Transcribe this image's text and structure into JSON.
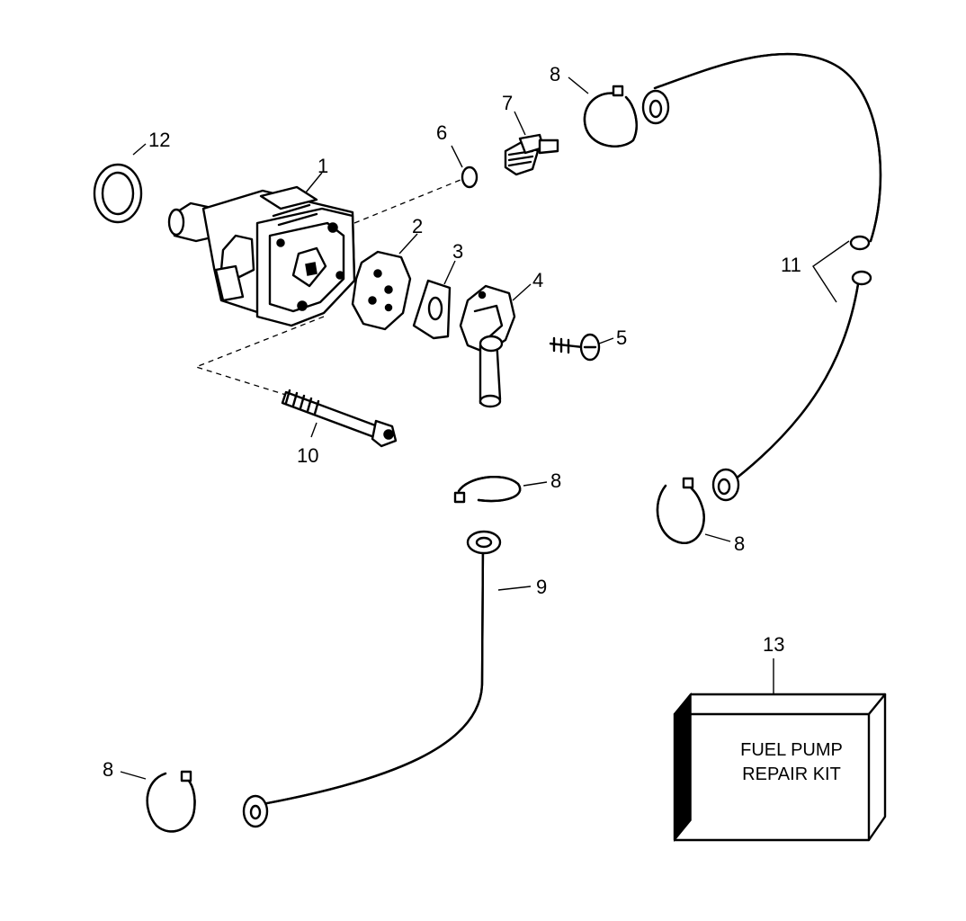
{
  "diagram": {
    "title": "Fuel pump exploded parts diagram",
    "callouts": {
      "c1": "1",
      "c2": "2",
      "c3": "3",
      "c4": "4",
      "c5": "5",
      "c6": "6",
      "c7": "7",
      "c8a": "8",
      "c8b": "8",
      "c8c": "8",
      "c8d": "8",
      "c9": "9",
      "c10": "10",
      "c11": "11",
      "c12": "12",
      "c13": "13"
    },
    "kit_label": {
      "line1": "FUEL PUMP",
      "line2": "REPAIR KIT"
    }
  }
}
